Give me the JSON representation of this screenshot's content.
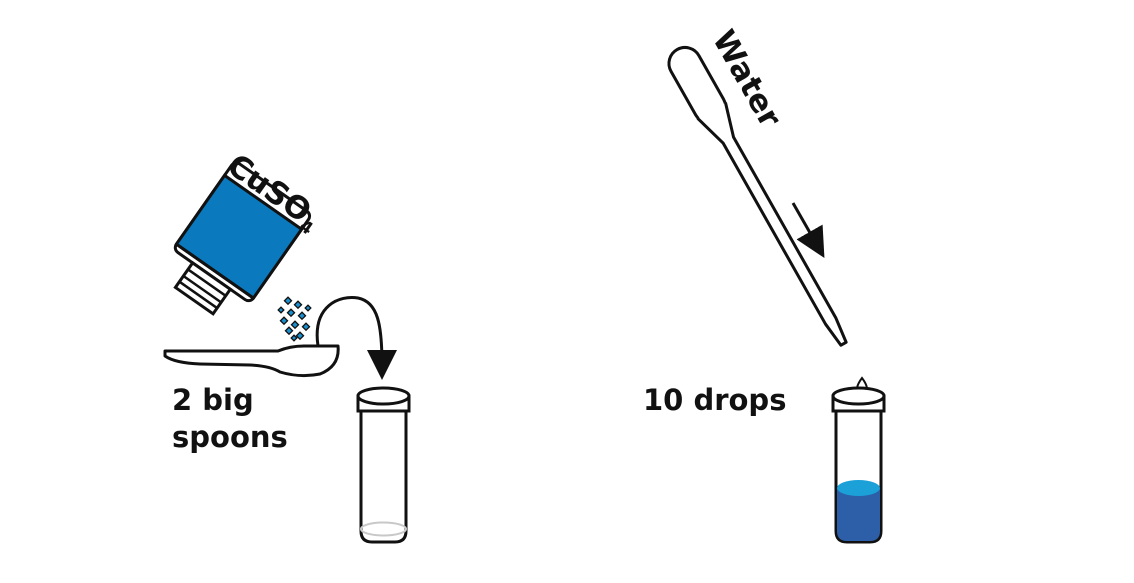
{
  "left_step": {
    "bottle_label": "CuSO",
    "bottle_label_subscript": "4",
    "amount_line1": "2 big",
    "amount_line2": "spoons"
  },
  "right_step": {
    "pipette_label": "Water",
    "amount": "10 drops"
  },
  "colors": {
    "outline": "#111111",
    "bottle_blue": "#0a79bd",
    "crystal_blue": "#1a8fcf",
    "solution_dark": "#2d5fa8",
    "solution_top": "#1ba0d8"
  }
}
